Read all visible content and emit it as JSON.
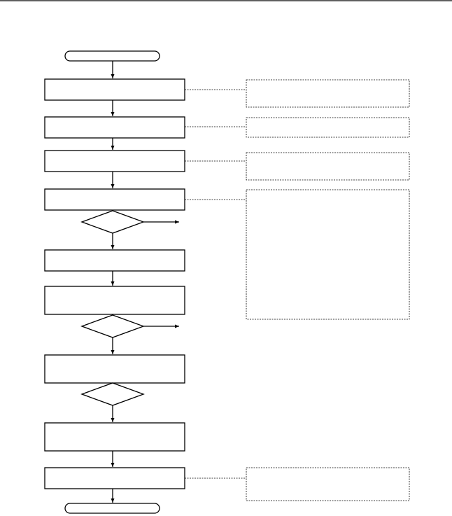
{
  "diagram": {
    "type": "flowchart",
    "nodes": [
      {
        "id": "start",
        "shape": "terminator",
        "label": ""
      },
      {
        "id": "step-1",
        "shape": "process",
        "label": ""
      },
      {
        "id": "step-2",
        "shape": "process",
        "label": ""
      },
      {
        "id": "step-3",
        "shape": "process",
        "label": ""
      },
      {
        "id": "step-4",
        "shape": "process",
        "label": ""
      },
      {
        "id": "decision-1",
        "shape": "decision",
        "label": ""
      },
      {
        "id": "step-5",
        "shape": "process",
        "label": ""
      },
      {
        "id": "step-6",
        "shape": "process",
        "label": ""
      },
      {
        "id": "decision-2",
        "shape": "decision",
        "label": ""
      },
      {
        "id": "step-7",
        "shape": "process",
        "label": ""
      },
      {
        "id": "decision-3",
        "shape": "decision",
        "label": ""
      },
      {
        "id": "step-8",
        "shape": "process",
        "label": ""
      },
      {
        "id": "step-9",
        "shape": "process",
        "label": ""
      },
      {
        "id": "end",
        "shape": "terminator",
        "label": ""
      }
    ],
    "notes": [
      {
        "id": "note-1",
        "attached_to": "step-1",
        "text": ""
      },
      {
        "id": "note-2",
        "attached_to": "step-2",
        "text": ""
      },
      {
        "id": "note-3",
        "attached_to": "step-3",
        "text": ""
      },
      {
        "id": "note-4",
        "attached_to": "step-4",
        "text": ""
      },
      {
        "id": "note-5",
        "attached_to": "step-9",
        "text": ""
      }
    ],
    "side_exits": [
      "decision-1",
      "decision-2"
    ]
  }
}
